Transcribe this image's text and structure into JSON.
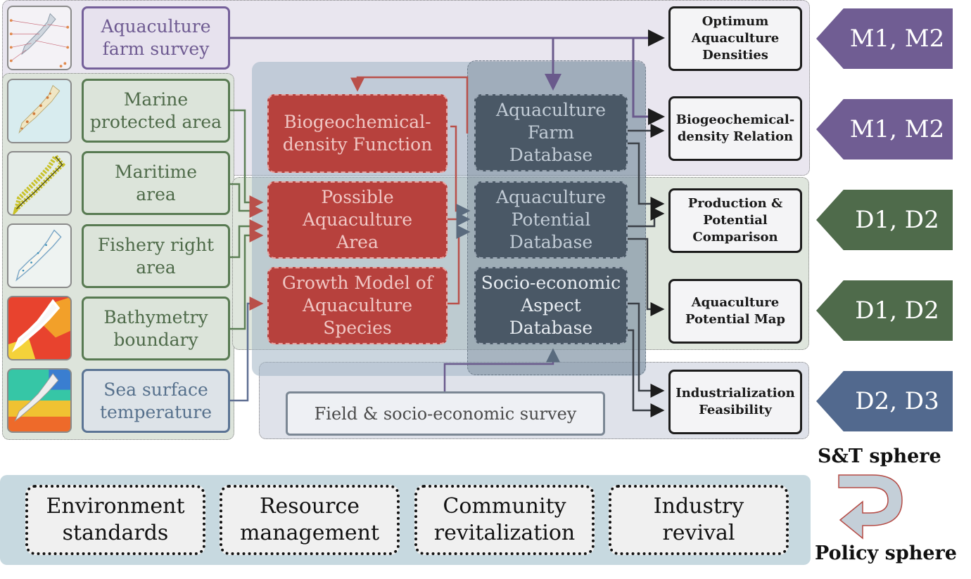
{
  "sources": [
    {
      "id": "farm_survey",
      "label": "Aquaculture\nfarm survey",
      "theme": "purple"
    },
    {
      "id": "marine_protected",
      "label": "Marine\nprotected area",
      "theme": "green"
    },
    {
      "id": "maritime",
      "label": "Maritime\narea",
      "theme": "green"
    },
    {
      "id": "fishery_right",
      "label": "Fishery right\narea",
      "theme": "green"
    },
    {
      "id": "bathymetry",
      "label": "Bathymetry\nboundary",
      "theme": "green"
    },
    {
      "id": "sst",
      "label": "Sea surface\ntemperature",
      "theme": "blue"
    }
  ],
  "models": [
    {
      "id": "biogeo_function",
      "label": "Biogeochemical-\ndensity Function"
    },
    {
      "id": "possible_area",
      "label": "Possible\nAquaculture\nArea"
    },
    {
      "id": "growth_model",
      "label": "Growth Model of\nAquaculture\nSpecies"
    }
  ],
  "databases": [
    {
      "id": "farm_db",
      "label": "Aquaculture\nFarm\nDatabase"
    },
    {
      "id": "potential_db",
      "label": "Aquaculture\nPotential\nDatabase"
    },
    {
      "id": "socio_db",
      "label": "Socio-economic\nAspect\nDatabase"
    }
  ],
  "field_survey": "Field & socio-economic survey",
  "outputs": [
    {
      "id": "optimum_densities",
      "label": "Optimum\nAquaculture\nDensities",
      "tag": "M1, M2"
    },
    {
      "id": "biogeo_relation",
      "label": "Biogeochemical-\ndensity Relation",
      "tag": "M1, M2"
    },
    {
      "id": "production_comparison",
      "label": "Production &\nPotential\nComparison",
      "tag": "D1, D2"
    },
    {
      "id": "potential_map",
      "label": "Aquaculture\nPotential Map",
      "tag": "D1, D2"
    },
    {
      "id": "industrialization",
      "label": "Industrialization\nFeasibility",
      "tag": "D2, D3"
    }
  ],
  "tag_colors": {
    "M": "#705d93",
    "D12": "#4f6b4b",
    "D23": "#52698e"
  },
  "policy": [
    {
      "id": "env",
      "label": "Environment\nstandards"
    },
    {
      "id": "res",
      "label": "Resource\nmanagement"
    },
    {
      "id": "com",
      "label": "Community\nrevitalization"
    },
    {
      "id": "ind",
      "label": "Industry\nrevival"
    }
  ],
  "spheres": {
    "top": "S&T sphere",
    "bottom": "Policy sphere"
  },
  "thumbnails": [
    "japan-farm-map-icon",
    "japan-protected-area-map-icon",
    "japan-maritime-map-icon",
    "japan-fishery-map-icon",
    "japan-bathymetry-map-icon",
    "japan-sst-map-icon"
  ]
}
